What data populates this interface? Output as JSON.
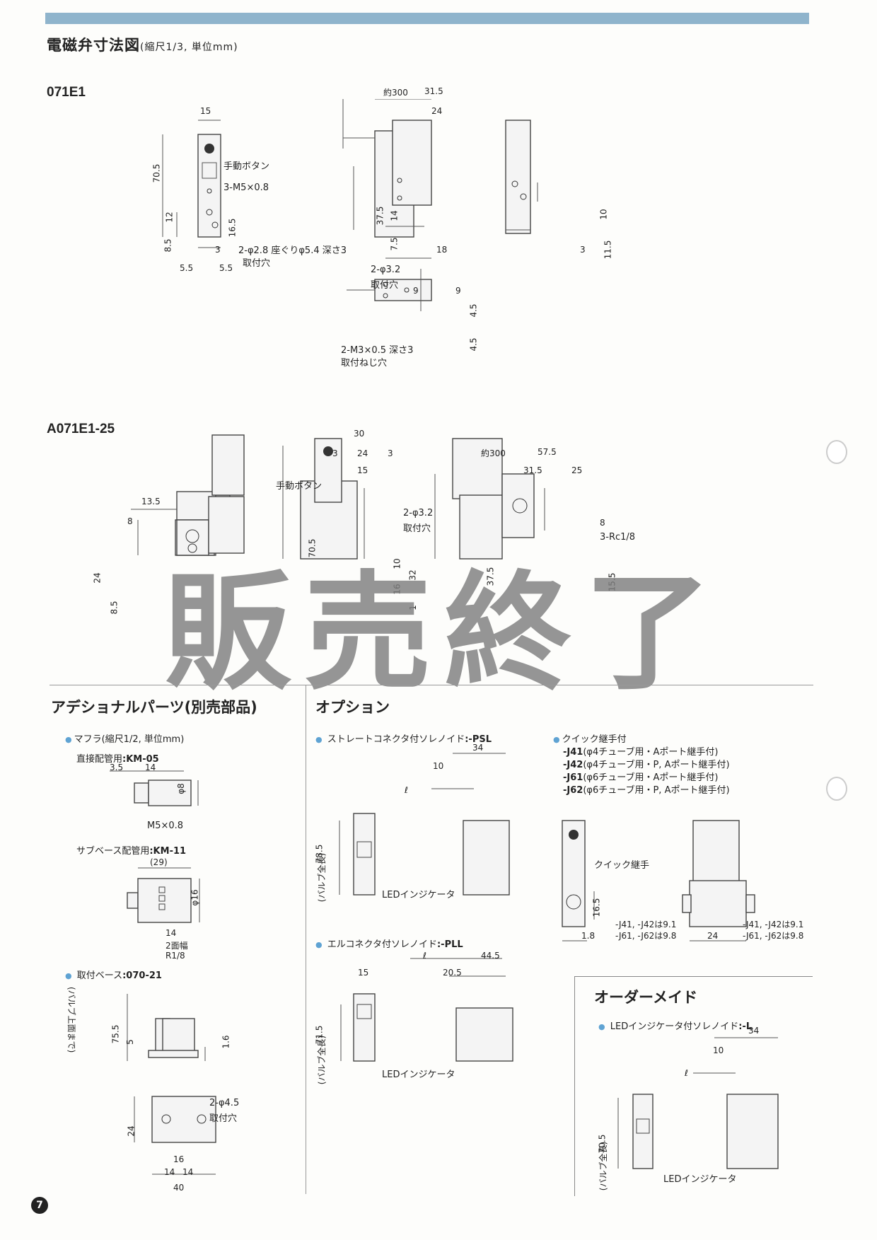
{
  "header": {
    "title": "電磁弁寸法図",
    "subtitle": "(縮尺1/3, 単位mm)"
  },
  "section_071": {
    "model": "071E1",
    "front": {
      "dims": [
        "15",
        "70.5",
        "12",
        "8.5",
        "16.5",
        "3",
        "5.5",
        "5.5"
      ],
      "manual_button": "手動ボタン",
      "ports": "3-M5×0.8",
      "mount_holes_1": "2-φ2.8 座ぐりφ5.4 深さ3",
      "mount_holes_2": "取付穴"
    },
    "side": {
      "dims": [
        "約300",
        "31.5",
        "24",
        "37.5",
        "14",
        "7.5",
        "18"
      ],
      "mount_holes_1": "2-φ3.2",
      "mount_holes_2": "取付穴"
    },
    "rear": {
      "dims": [
        "10",
        "3",
        "11.5"
      ]
    },
    "bottom": {
      "dims": [
        "9",
        "9",
        "4.5",
        "4.5"
      ],
      "screw_1": "2-M3×0.5 深さ3",
      "screw_2": "取付ねじ穴"
    }
  },
  "section_a071": {
    "model": "A071E1-25",
    "left": {
      "dims": [
        "13.5",
        "8",
        "24",
        "8.5"
      ]
    },
    "front": {
      "dims": [
        "30",
        "3",
        "24",
        "3",
        "15",
        "70.5",
        "10",
        "16",
        "32",
        "1"
      ],
      "manual_button": "手動ボタン",
      "mount_holes_1": "2-φ3.2",
      "mount_holes_2": "取付穴"
    },
    "side": {
      "dims": [
        "約300",
        "57.5",
        "31.5",
        "25",
        "8",
        "37.5",
        "15.5"
      ],
      "ports": "3-Rc1/8"
    }
  },
  "watermark": "販売終了",
  "additional_parts": {
    "heading": "アデショナルパーツ(別売部品)",
    "muffler": "マフラ(縮尺1/2, 単位mm)",
    "direct_label": "直接配管用",
    "direct_code": ":KM-05",
    "direct_dims": [
      "3.5",
      "14",
      "φ8"
    ],
    "direct_thread": "M5×0.8",
    "subbase_label": "サブベース配管用",
    "subbase_code": ":KM-11",
    "subbase_dims": [
      "(29)",
      "φ16"
    ],
    "subbase_notes": [
      "14",
      "2面幅",
      "R1/8"
    ],
    "base_label": "取付ベース",
    "base_code": ":070-21",
    "base_dims": [
      "75.5",
      "5",
      "1.6",
      "24",
      "16",
      "14",
      "14",
      "40"
    ],
    "base_note": "(バルブ上面まで)",
    "base_holes_1": "2-φ4.5",
    "base_holes_2": "取付穴"
  },
  "options": {
    "heading": "オプション",
    "psl_label": "ストレートコネクタ付ソレノイド",
    "psl_code": ":-PSL",
    "psl_dims": [
      "34",
      "10",
      "ℓ",
      "78.5"
    ],
    "psl_note": "(バルブ全長)",
    "led": "LEDインジケータ",
    "pll_label": "エルコネクタ付ソレノイド",
    "pll_code": ":-PLL",
    "pll_dims": [
      "ℓ",
      "44.5",
      "20.5",
      "15",
      "71.5"
    ],
    "pll_note": "(バルブ全長)",
    "led2": "LEDインジケータ",
    "quick_label": "クイック継手付",
    "quick_items": [
      {
        "code": "-J41",
        "desc": "(φ4チューブ用・Aポート継手付)"
      },
      {
        "code": "-J42",
        "desc": "(φ4チューブ用・P, Aポート継手付)"
      },
      {
        "code": "-J61",
        "desc": "(φ6チューブ用・Aポート継手付)"
      },
      {
        "code": "-J62",
        "desc": "(φ6チューブ用・P, Aポート継手付)"
      }
    ],
    "quick_fitting": "クイック継手",
    "quick_dims": [
      "16.5",
      "1.8",
      "24"
    ],
    "quick_note_left": [
      "-J41, -J42は9.1",
      "-J61, -J62は9.8"
    ],
    "quick_note_right": [
      "-J41, -J42は9.1",
      "-J61, -J62は9.8"
    ]
  },
  "order_made": {
    "heading": "オーダーメイド",
    "l_label": "LEDインジケータ付ソレノイド",
    "l_code": ":-L",
    "dims": [
      "34",
      "10",
      "ℓ",
      "70.5"
    ],
    "note": "(バルブ全長)",
    "led": "LEDインジケータ"
  },
  "page_number": "7"
}
